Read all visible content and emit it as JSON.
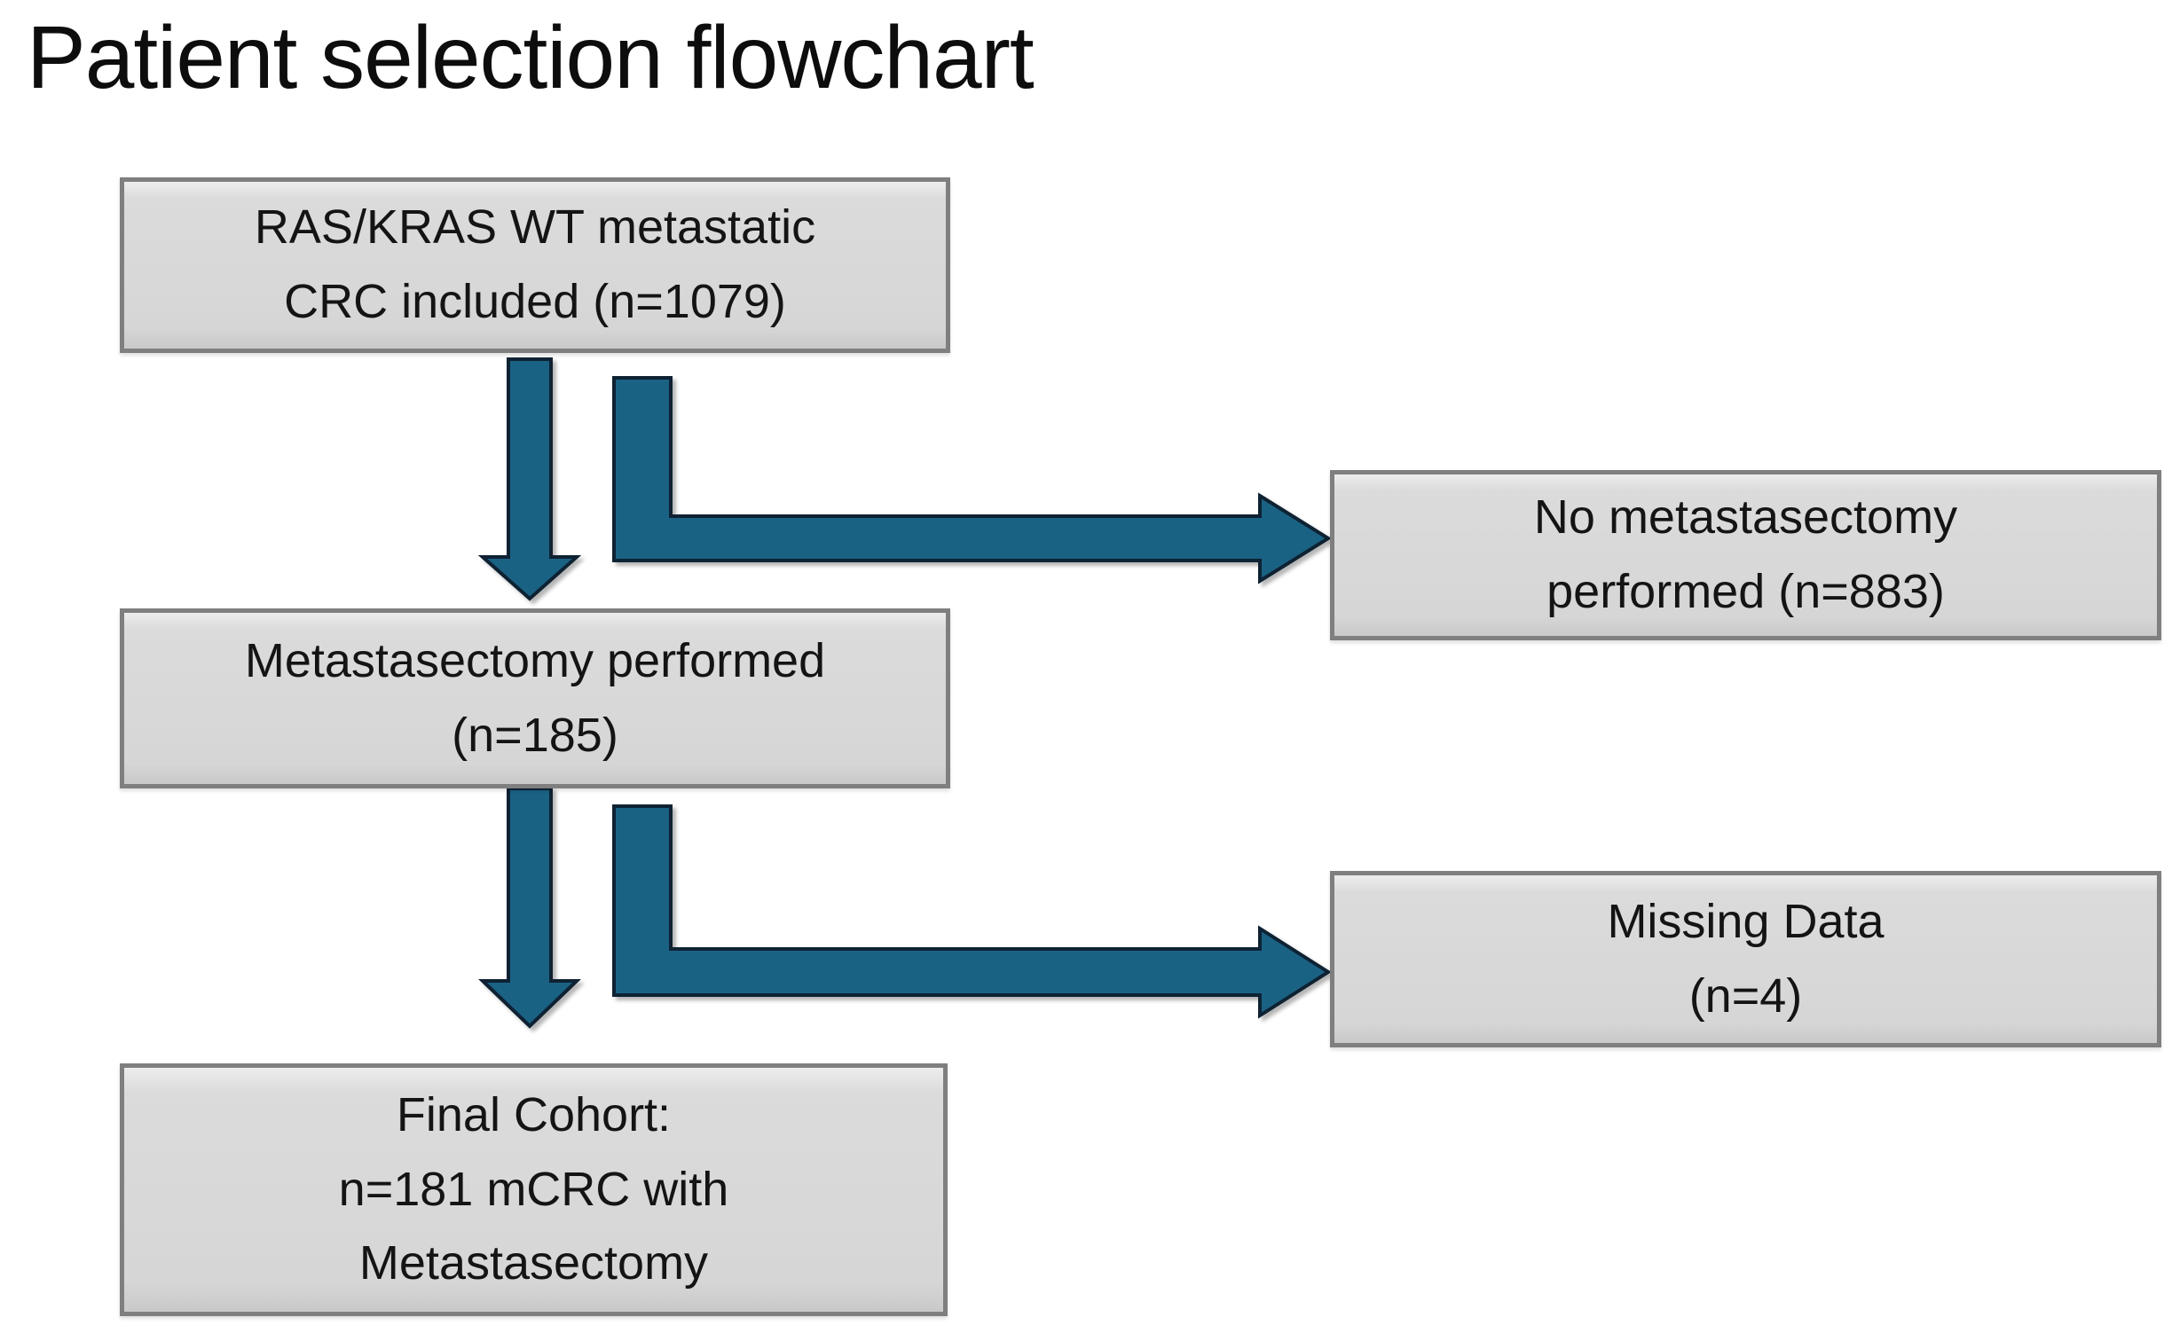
{
  "title": "Patient selection flowchart",
  "colors": {
    "box_fill": "#d9d9d9",
    "box_border": "#7f7f7f",
    "arrow_fill": "#1a6284",
    "arrow_stroke": "#0e2233",
    "text": "#141414",
    "bg": "#ffffff"
  },
  "nodes": {
    "included": {
      "lines": [
        "RAS/KRAS WT metastatic",
        "CRC included (n=1079)"
      ],
      "n": 1079
    },
    "no_metastasectomy": {
      "lines": [
        "No metastasectomy",
        "performed (n=883)"
      ],
      "n": 883
    },
    "metastasectomy": {
      "lines": [
        "Metastasectomy performed",
        "(n=185)"
      ],
      "n": 185
    },
    "missing_data": {
      "lines": [
        "Missing Data",
        "(n=4)"
      ],
      "n": 4
    },
    "final_cohort": {
      "lines": [
        "Final Cohort:",
        "n=181 mCRC with",
        "Metastasectomy"
      ],
      "n": 181
    }
  },
  "edges": [
    {
      "from": "included",
      "to": "metastasectomy",
      "type": "down-arrow"
    },
    {
      "from": "included",
      "to": "no_metastasectomy",
      "type": "elbow-arrow"
    },
    {
      "from": "metastasectomy",
      "to": "final_cohort",
      "type": "down-arrow"
    },
    {
      "from": "metastasectomy",
      "to": "missing_data",
      "type": "elbow-arrow"
    }
  ]
}
